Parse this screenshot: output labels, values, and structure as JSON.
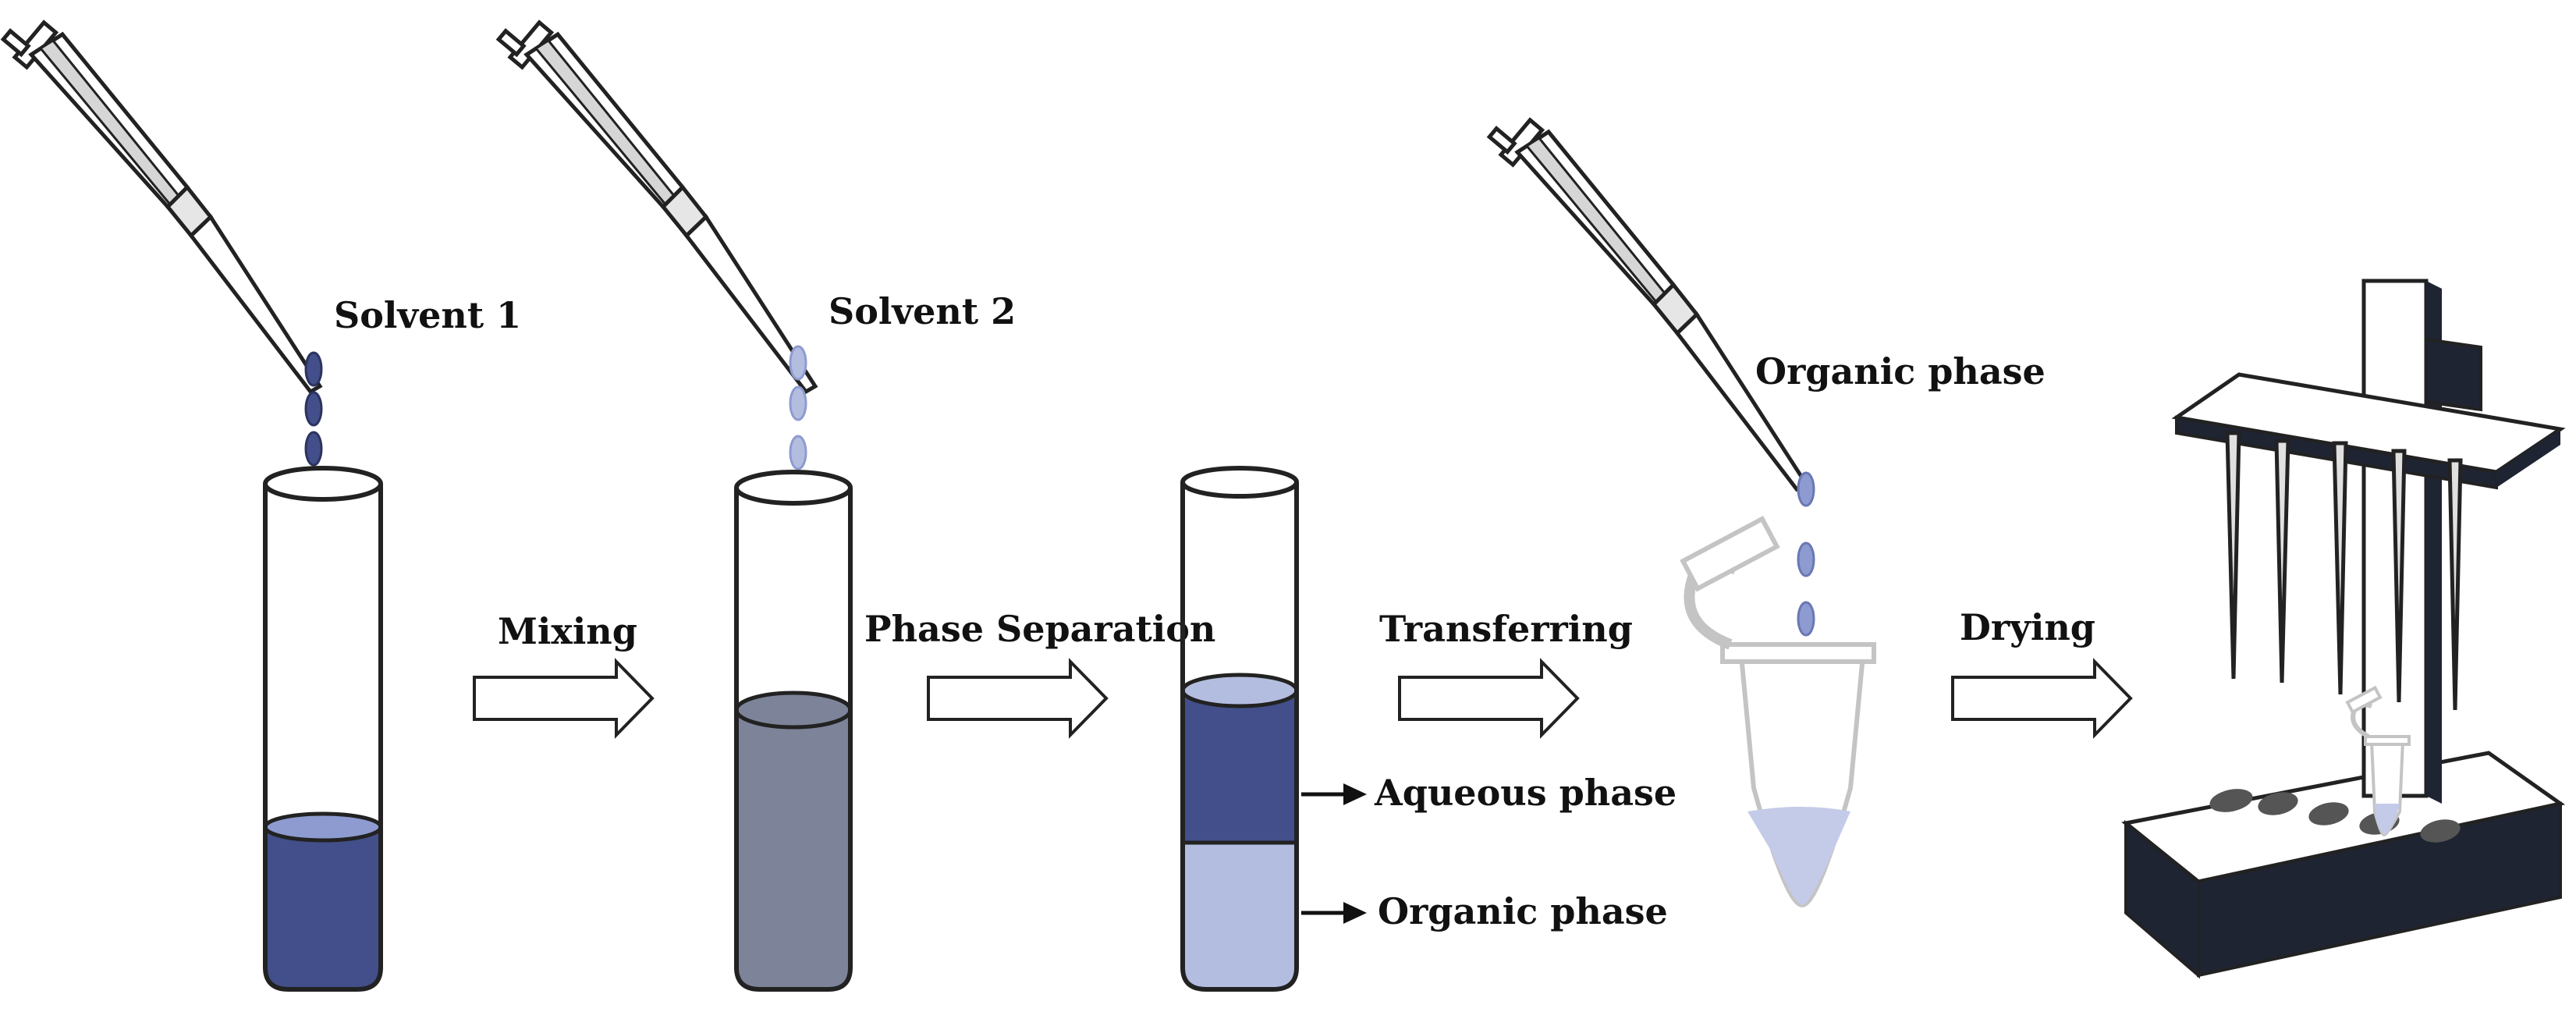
{
  "labels": {
    "solvent1": "Solvent 1",
    "solvent2": "Solvent 2",
    "organic_phase_top": "Organic phase",
    "aqueous_phase": "Aqueous phase",
    "organic_phase_bottom": "Organic phase"
  },
  "steps": [
    "Mixing",
    "Phase Separation",
    "Transferring",
    "Drying"
  ],
  "colors": {
    "dark_blue": "#434f8a",
    "gray_blue": "#7d8499",
    "light_blue": "#b3bde0",
    "drop_light": "#8d9bd0",
    "stand_dark": "#1f2433"
  }
}
